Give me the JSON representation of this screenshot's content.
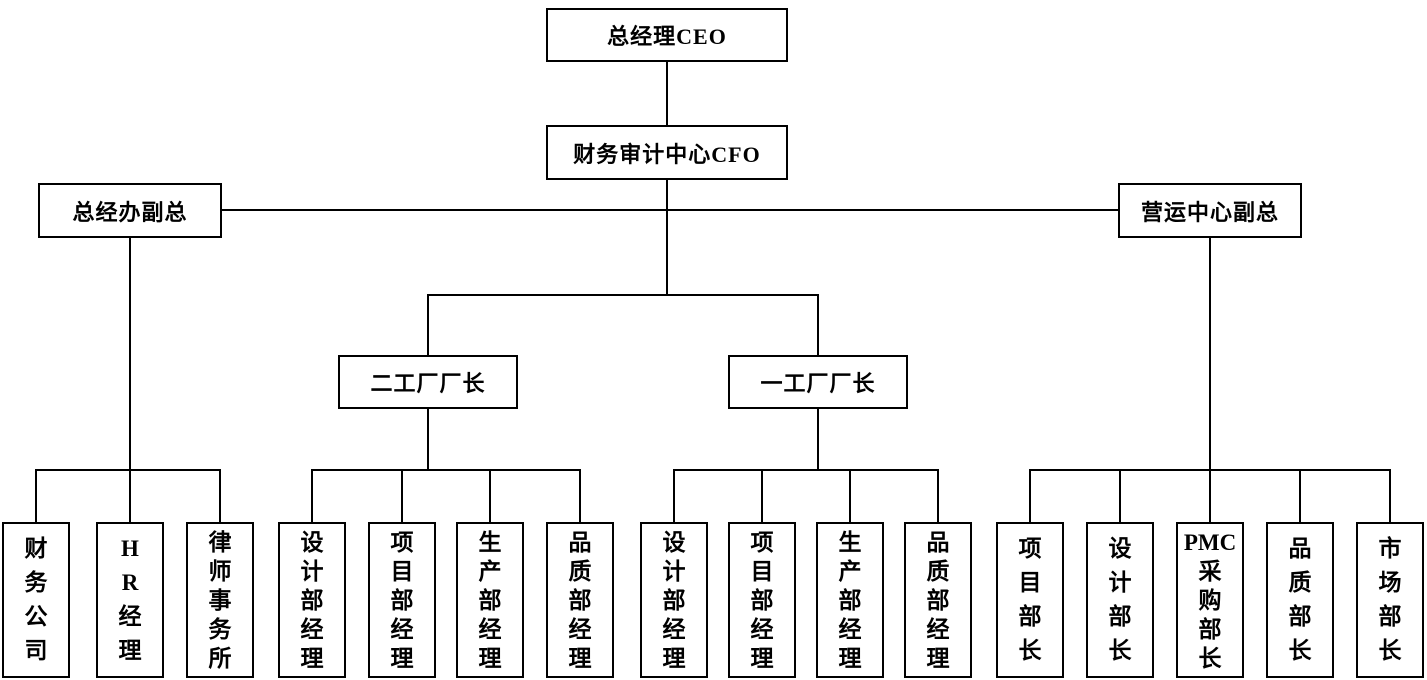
{
  "diagram_type": "org-chart",
  "colors": {
    "line": "#000000",
    "border": "#000000",
    "background": "#ffffff",
    "text": "#000000"
  },
  "root": {
    "label": "总经理CEO"
  },
  "level2": {
    "label": "财务审计中心CFO"
  },
  "branches": {
    "left_vp": {
      "label": "总经办副总",
      "children": [
        {
          "label": "财务公司",
          "lines": [
            "财",
            "务",
            "公",
            "司"
          ]
        },
        {
          "label": "HR经理",
          "lines": [
            "H",
            "R",
            "经",
            "理"
          ]
        },
        {
          "label": "律师事务所",
          "lines": [
            "律",
            "师",
            "事",
            "务",
            "所"
          ]
        }
      ]
    },
    "factory2": {
      "label": "二工厂厂长",
      "children": [
        {
          "label": "设计部经理",
          "lines": [
            "设",
            "计",
            "部",
            "经",
            "理"
          ]
        },
        {
          "label": "项目部经理",
          "lines": [
            "项",
            "目",
            "部",
            "经",
            "理"
          ]
        },
        {
          "label": "生产部经理",
          "lines": [
            "生",
            "产",
            "部",
            "经",
            "理"
          ]
        },
        {
          "label": "品质部经理",
          "lines": [
            "品",
            "质",
            "部",
            "经",
            "理"
          ]
        }
      ]
    },
    "factory1": {
      "label": "一工厂厂长",
      "children": [
        {
          "label": "设计部经理",
          "lines": [
            "设",
            "计",
            "部",
            "经",
            "理"
          ]
        },
        {
          "label": "项目部经理",
          "lines": [
            "项",
            "目",
            "部",
            "经",
            "理"
          ]
        },
        {
          "label": "生产部经理",
          "lines": [
            "生",
            "产",
            "部",
            "经",
            "理"
          ]
        },
        {
          "label": "品质部经理",
          "lines": [
            "品",
            "质",
            "部",
            "经",
            "理"
          ]
        }
      ]
    },
    "right_vp": {
      "label": "营运中心副总",
      "children": [
        {
          "label": "项目部长",
          "lines": [
            "项",
            "目",
            "部",
            "长"
          ]
        },
        {
          "label": "设计部长",
          "lines": [
            "设",
            "计",
            "部",
            "长"
          ]
        },
        {
          "label": "PMC采购部长",
          "lines": [
            "PMC",
            "采",
            "购",
            "部",
            "长"
          ]
        },
        {
          "label": "品质部长",
          "lines": [
            "品",
            "质",
            "部",
            "长"
          ]
        },
        {
          "label": "市场部长",
          "lines": [
            "市",
            "场",
            "部",
            "长"
          ]
        }
      ]
    }
  }
}
